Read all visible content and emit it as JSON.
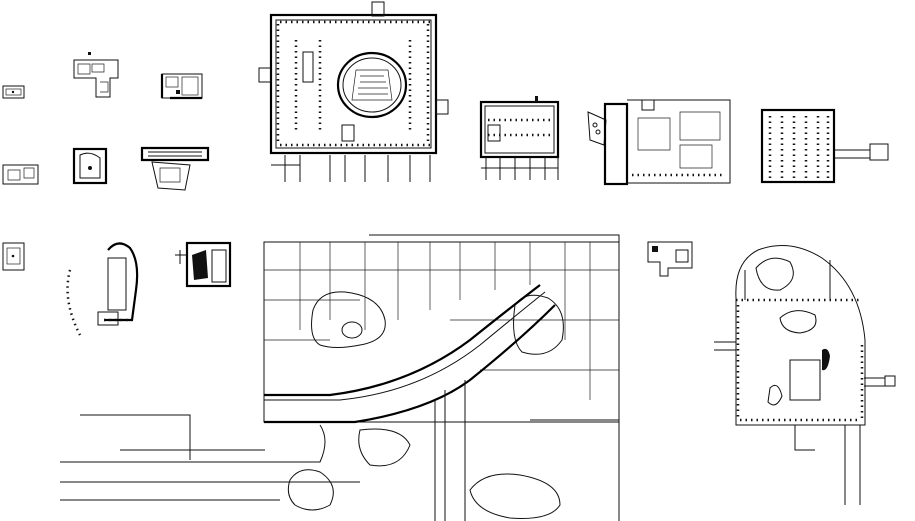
{
  "sheet": {
    "background": "#ffffff",
    "ink": "#111111",
    "drawings": [
      {
        "id": "tiny-plan-a",
        "icon": "floor-plan-icon"
      },
      {
        "id": "plan-b",
        "icon": "floor-plan-icon"
      },
      {
        "id": "plan-c",
        "icon": "floor-plan-icon"
      },
      {
        "id": "central-plan",
        "icon": "floor-plan-icon"
      },
      {
        "id": "plan-e",
        "icon": "floor-plan-icon"
      },
      {
        "id": "plan-f",
        "icon": "floor-plan-icon"
      },
      {
        "id": "plan-g",
        "icon": "floor-plan-icon"
      },
      {
        "id": "tiny-plan-h",
        "icon": "floor-plan-icon"
      },
      {
        "id": "plan-i",
        "icon": "floor-plan-icon"
      },
      {
        "id": "plan-j",
        "icon": "floor-plan-icon"
      },
      {
        "id": "tiny-plan-k",
        "icon": "floor-plan-icon"
      },
      {
        "id": "plan-l",
        "icon": "floor-plan-icon"
      },
      {
        "id": "plan-m",
        "icon": "floor-plan-icon"
      },
      {
        "id": "site-plan",
        "icon": "site-plan-icon"
      },
      {
        "id": "small-plan-o",
        "icon": "floor-plan-icon"
      },
      {
        "id": "curved-plan-p",
        "icon": "floor-plan-icon"
      }
    ]
  }
}
